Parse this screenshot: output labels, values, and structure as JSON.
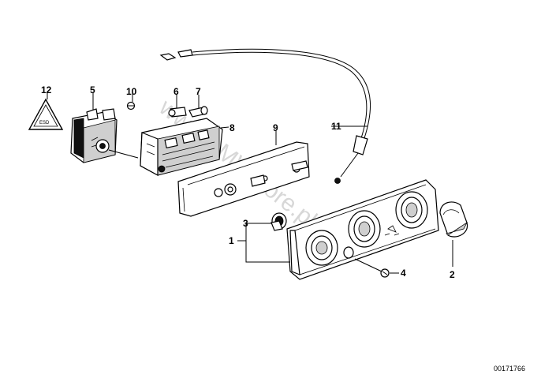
{
  "callouts": {
    "c1": "1",
    "c2": "2",
    "c3": "3",
    "c4": "4",
    "c5": "5",
    "c6": "6",
    "c7": "7",
    "c8": "8",
    "c9": "9",
    "c10": "10",
    "c11": "11",
    "c12": "12"
  },
  "warning_symbol_text": "ESD",
  "watermark": "www.BMWstore.pl",
  "diagram_code": "00171766"
}
